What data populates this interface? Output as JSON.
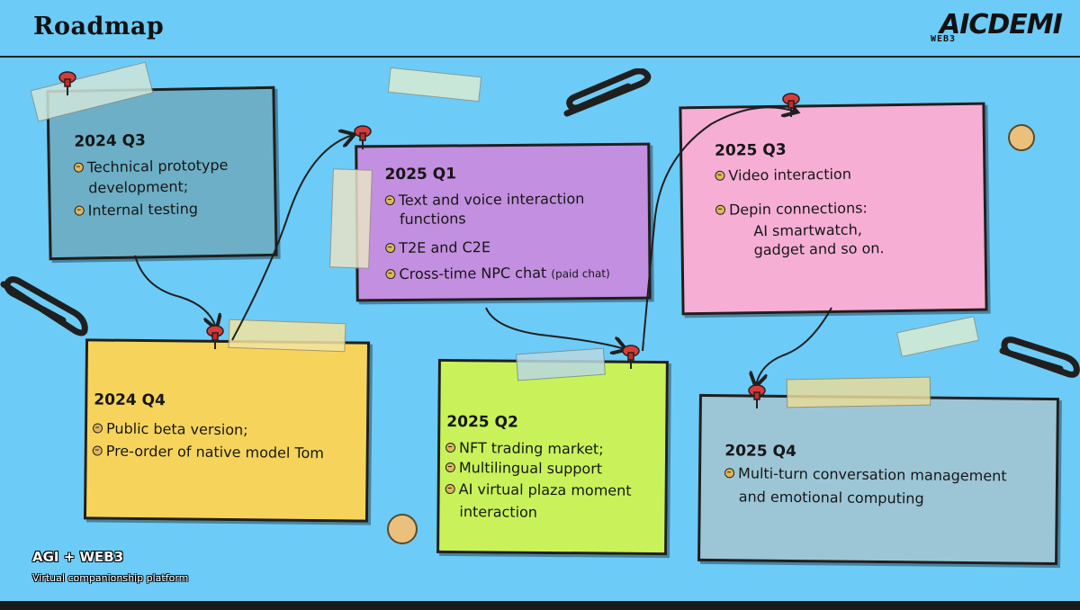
{
  "header": {
    "title": "Roadmap"
  },
  "logo": {
    "main": "AICDEMI",
    "sub": "WEB3"
  },
  "colors": {
    "background": "#6dcbf7",
    "note_q3_2024": "#6dafc6",
    "note_q4_2024": "#f6d45c",
    "note_q1_2025": "#c38fe0",
    "note_q2_2025": "#c9f25a",
    "note_q3_2025": "#f6aed5",
    "note_q4_2025": "#9cc6d6"
  },
  "notes": [
    {
      "title": "2024 Q3",
      "items": [
        "Technical prototype",
        "development;",
        "Internal testing"
      ]
    },
    {
      "title": "2024 Q4",
      "items": [
        "Public beta version;",
        "Pre-order of native model Tom"
      ]
    },
    {
      "title": "2025 Q1",
      "items": [
        "Text and voice interaction",
        "functions",
        "T2E and C2E",
        "Cross-time NPC chat",
        "(paid chat)"
      ]
    },
    {
      "title": "2025 Q2",
      "items": [
        "NFT trading market;",
        "Multilingual support",
        "AI virtual plaza moment",
        "interaction"
      ]
    },
    {
      "title": "2025 Q3",
      "items": [
        "Video interaction",
        "Depin connections:",
        "AI smartwatch,",
        "gadget and so on."
      ]
    },
    {
      "title": "2025 Q4",
      "items": [
        "Multi-turn conversation management",
        "and emotional computing"
      ]
    }
  ],
  "footer": {
    "tagline": "AGI + WEB3",
    "subtitle": "Virtual companionship platform"
  }
}
